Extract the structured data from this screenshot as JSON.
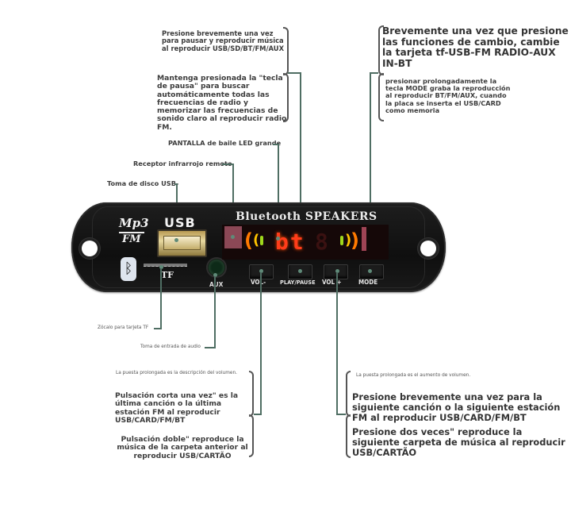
{
  "board": {
    "brand_top": "Mp3",
    "brand_bottom": "FM",
    "usb_label": "USB",
    "tf_label": "TF",
    "aux_label": "AUX",
    "title": "Bluetooth SPEAKERS",
    "display_text": "bt",
    "display_dim": "8",
    "bluetooth_icon": "bluetooth-icon",
    "buttons": [
      {
        "label": "VOL-"
      },
      {
        "label": "PLAY/PAUSE"
      },
      {
        "label": "VOL +"
      },
      {
        "label": "MODE"
      }
    ],
    "colors": {
      "board": "#141414",
      "led_red": "#ff3c1a",
      "led_orange": "#ff8a00",
      "led_yellow": "#ffd200",
      "led_green": "#a8e020",
      "connector": "#4f6e63"
    }
  },
  "annotations": {
    "play_pause_short": "Presione brevemente una vez para pausar y reproducir música al reproducir USB/SD/BT/FM/AUX",
    "play_pause_long": "Mantenga presionada la \"tecla de pausa\" para buscar automáticamente todas las frecuencias de radio y memorizar las frecuencias de sonido claro al reproducir radio FM.",
    "mode_short": "Brevemente una vez que presione las funciones de cambio, cambie la tarjeta tf-USB-FM RADIO-AUX IN-BT",
    "mode_long": "presionar prolongadamente la tecla MODE graba la reproducción al reproducir BT/FM/AUX, cuando la placa se inserta el USB/CARD como memoria",
    "led_display": "PANTALLA de baile LED grande",
    "ir_receiver": "Receptor infrarrojo remoto",
    "usb_socket": "Toma de disco USB-",
    "tf_socket": "Zócalo para tarjeta TF",
    "aux_input": "Toma de entrada de audio",
    "vol_down_long": "La puesta prolongada es la descripción del volumen.",
    "vol_down_short": "Pulsación corta una vez\" es la última canción o la última estación FM al reproducir USB/CARD/FM/BT",
    "vol_down_double": "Pulsación doble\" reproduce la música de la carpeta anterior al reproducir USB/CARTÃO",
    "vol_up_long": "La puesta prolongada es el aumento de volumen.",
    "vol_up_short": "Presione brevemente una vez para la siguiente canción o la siguiente estación FM al reproducir USB/CARD/FM/BT",
    "vol_up_double": "Presione dos veces\" reproduce la siguiente carpeta de música al reproducir USB/CARTÃO"
  }
}
